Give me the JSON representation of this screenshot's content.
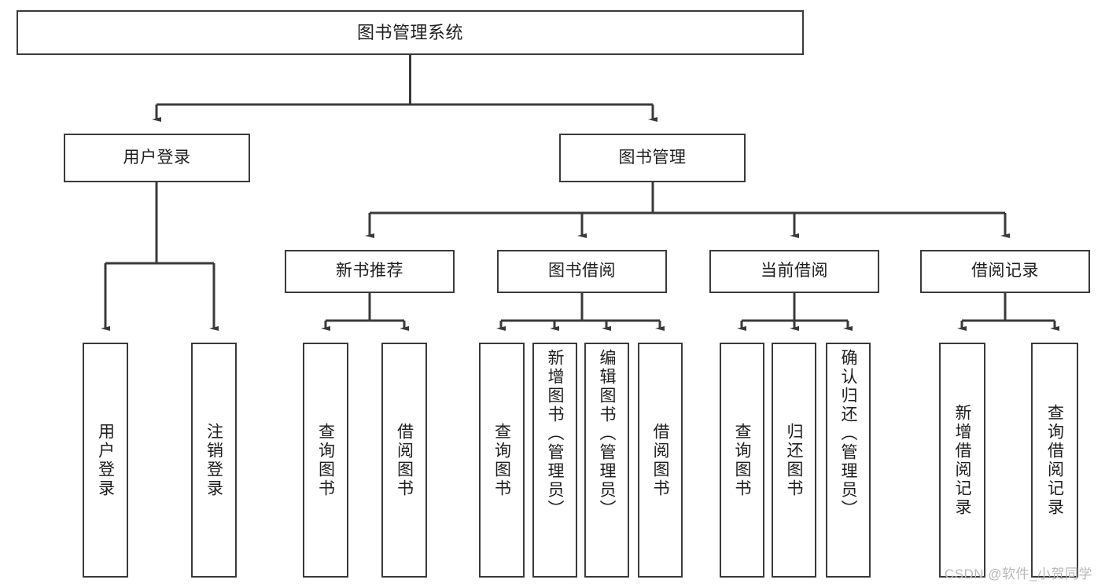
{
  "diagram": {
    "title": "图书管理系统",
    "type": "tree",
    "root": {
      "id": "root",
      "label": "图书管理系统"
    },
    "level2": [
      {
        "id": "user-login",
        "label": "用户登录"
      },
      {
        "id": "book-manage",
        "label": "图书管理"
      }
    ],
    "level3": [
      {
        "id": "new-book-recommend",
        "label": "新书推荐",
        "parent": "book-manage"
      },
      {
        "id": "book-borrow",
        "label": "图书借阅",
        "parent": "book-manage"
      },
      {
        "id": "current-borrow",
        "label": "当前借阅",
        "parent": "book-manage"
      },
      {
        "id": "borrow-record",
        "label": "借阅记录",
        "parent": "book-manage"
      }
    ],
    "leaves": [
      {
        "id": "leaf-user-login",
        "label": "用户登录",
        "parent": "user-login"
      },
      {
        "id": "leaf-user-logout",
        "label": "注销登录",
        "parent": "user-login"
      },
      {
        "id": "leaf-query-book-1",
        "label": "查询图书",
        "parent": "new-book-recommend"
      },
      {
        "id": "leaf-borrow-book-1",
        "label": "借阅图书",
        "parent": "new-book-recommend"
      },
      {
        "id": "leaf-query-book-2",
        "label": "查询图书",
        "parent": "book-borrow"
      },
      {
        "id": "leaf-add-book",
        "label": "新增图书（管理员）",
        "parent": "book-borrow"
      },
      {
        "id": "leaf-edit-book",
        "label": "编辑图书（管理员）",
        "parent": "book-borrow"
      },
      {
        "id": "leaf-borrow-book-2",
        "label": "借阅图书",
        "parent": "book-borrow"
      },
      {
        "id": "leaf-query-book-3",
        "label": "查询图书",
        "parent": "current-borrow"
      },
      {
        "id": "leaf-return-book",
        "label": "归还图书",
        "parent": "current-borrow"
      },
      {
        "id": "leaf-confirm-return",
        "label": "确认归还（管理员）",
        "parent": "current-borrow"
      },
      {
        "id": "leaf-add-record",
        "label": "新增借阅记录",
        "parent": "borrow-record"
      },
      {
        "id": "leaf-query-record",
        "label": "查询借阅记录",
        "parent": "borrow-record"
      }
    ],
    "colors": {
      "stroke": "#3a3a3a",
      "text": "#1d1d1d",
      "background": "#ffffff",
      "watermark": "#b8b8b8"
    }
  },
  "watermark": {
    "text": "CSDN @软件_小贺同学"
  }
}
